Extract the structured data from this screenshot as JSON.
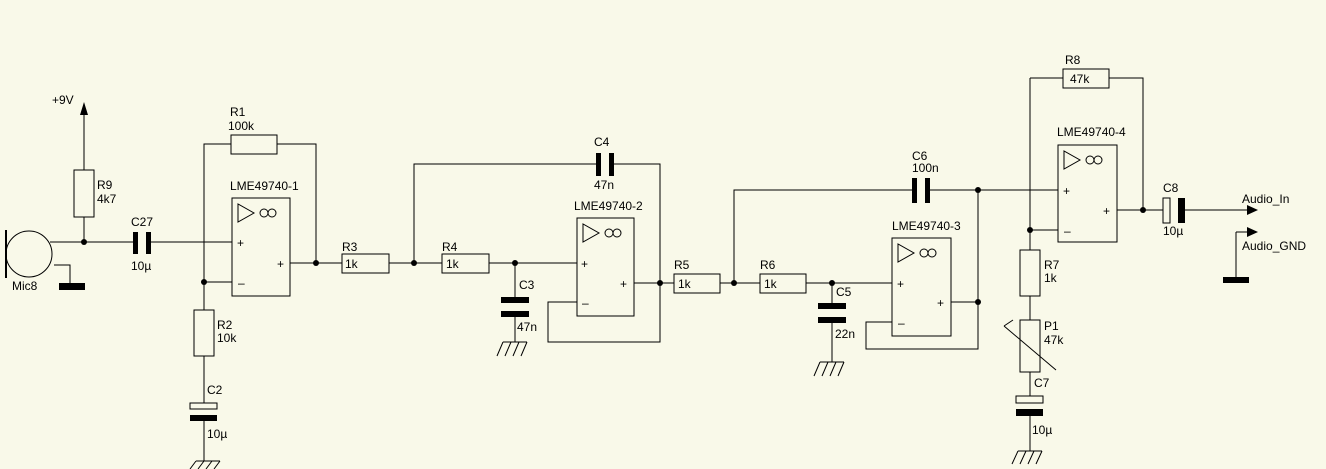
{
  "power": {
    "label": "+9V"
  },
  "microphone": {
    "label": "Mic8"
  },
  "resistors": {
    "r1": {
      "name": "R1",
      "value": "100k"
    },
    "r2": {
      "name": "R2",
      "value": "10k"
    },
    "r3": {
      "name": "R3",
      "value": "1k"
    },
    "r4": {
      "name": "R4",
      "value": "1k"
    },
    "r5": {
      "name": "R5",
      "value": "1k"
    },
    "r6": {
      "name": "R6",
      "value": "1k"
    },
    "r7": {
      "name": "R7",
      "value": "1k"
    },
    "r8": {
      "name": "R8",
      "value": "47k"
    },
    "r9": {
      "name": "R9",
      "value": "4k7"
    }
  },
  "potentiometer": {
    "name": "P1",
    "value": "47k"
  },
  "capacitors": {
    "c2": {
      "name": "C2",
      "value": "10µ"
    },
    "c3": {
      "name": "C3",
      "value": "47n"
    },
    "c4": {
      "name": "C4",
      "value": "47n"
    },
    "c5": {
      "name": "C5",
      "value": "22n"
    },
    "c6": {
      "name": "C6",
      "value": "100n"
    },
    "c7": {
      "name": "C7",
      "value": "10µ"
    },
    "c8": {
      "name": "C8",
      "value": "10µ"
    },
    "c27": {
      "name": "C27",
      "value": "10µ"
    }
  },
  "opamps": {
    "u1": {
      "name": "LME49740-1",
      "plus": "+",
      "minus": "–"
    },
    "u2": {
      "name": "LME49740-2",
      "plus": "+",
      "minus": "–"
    },
    "u3": {
      "name": "LME49740-3",
      "plus": "+",
      "minus": "–"
    },
    "u4": {
      "name": "LME49740-4",
      "plus": "+",
      "minus": "–"
    }
  },
  "output": {
    "signal": "Audio_In",
    "ground": "Audio_GND"
  }
}
